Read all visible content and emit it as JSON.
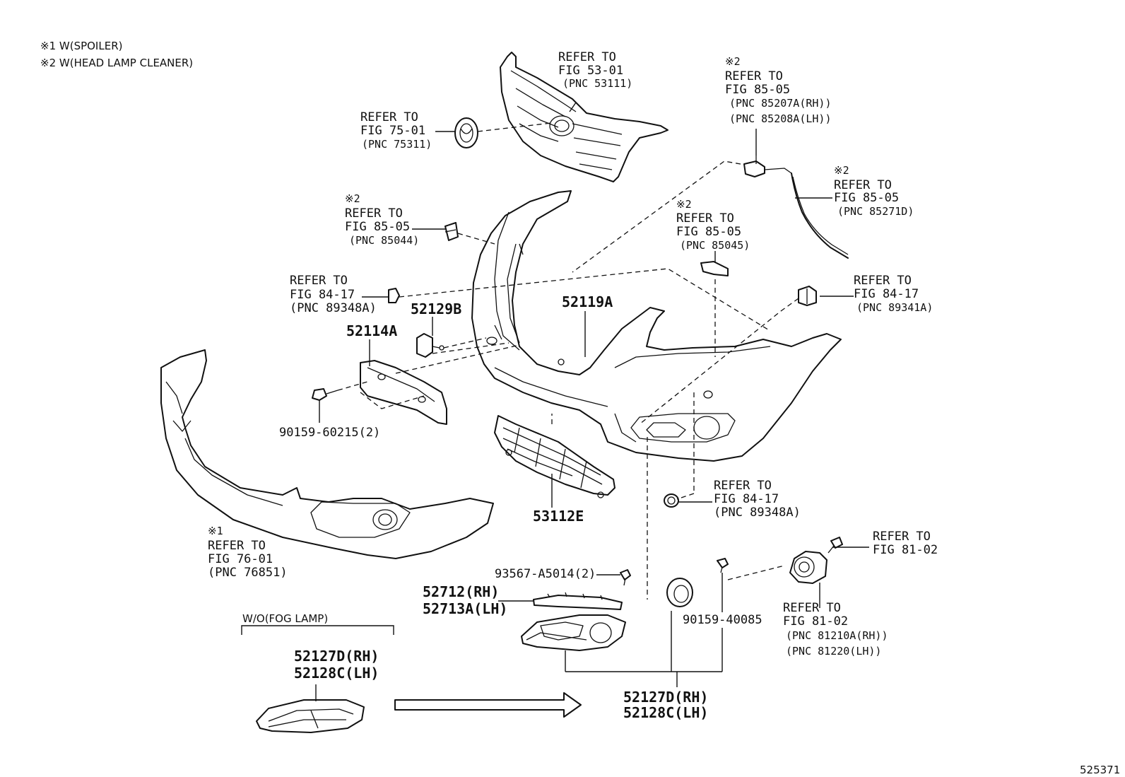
{
  "notes": [
    "※1 W(SPOILER)",
    "※2 W(HEAD LAMP CLEANER)"
  ],
  "refs": {
    "grille": [
      "REFER TO",
      "FIG 53-01",
      "(PNC 53111)"
    ],
    "emblem": [
      "REFER TO",
      "FIG 75-01",
      "(PNC 75311)"
    ],
    "washer_nozzle": [
      "※2",
      "REFER TO",
      "FIG 85-05",
      "(PNC 85207A(RH))",
      "(PNC 85208A(LH))"
    ],
    "washer_hose": [
      "※2",
      "REFER TO",
      "FIG 85-05",
      "(PNC 85271D)"
    ],
    "cap_85044": [
      "※2",
      "REFER TO",
      "FIG 85-05",
      "(PNC 85044)"
    ],
    "cap_85045": [
      "※2",
      "REFER TO",
      "FIG 85-05",
      "(PNC 85045)"
    ],
    "sensor_upper": [
      "REFER TO",
      "FIG 84-17",
      "(PNC 89348A)"
    ],
    "sensor_right": [
      "REFER TO",
      "FIG 84-17",
      "(PNC 89341A)"
    ],
    "sensor_lower": [
      "REFER TO",
      "FIG 84-17",
      "(PNC 89348A)"
    ],
    "spoiler": [
      "※1",
      "REFER TO",
      "FIG 76-01",
      "(PNC 76851)"
    ],
    "fog_bulb": [
      "REFER TO",
      "FIG 81-02"
    ],
    "fog_lamp": [
      "REFER TO",
      "FIG 81-02",
      "(PNC 81210A(RH))",
      "(PNC 81220(LH))"
    ]
  },
  "parts": {
    "p52119A": "52119A",
    "p52129B": "52129B",
    "p52114A": "52114A",
    "p90159_60215": "90159-60215(2)",
    "p53112E": "53112E",
    "p93567": "93567-A5014(2)",
    "p52712": [
      "52712(RH)",
      "52713A(LH)"
    ],
    "p90159_40085": "90159-40085",
    "p52127_main": [
      "52127D(RH)",
      "52128C(LH)"
    ],
    "p52127_wo": [
      "52127D(RH)",
      "52128C(LH)"
    ]
  },
  "wo_fog_lamp": "W/O(FOG LAMP)",
  "figure_number": "525371"
}
